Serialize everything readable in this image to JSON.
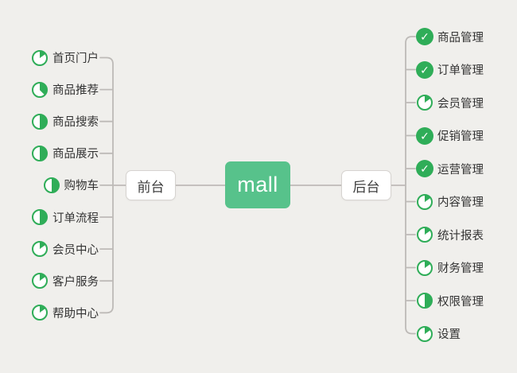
{
  "root": {
    "label": "mall",
    "bg": "#57c28b",
    "text_color": "#ffffff"
  },
  "branches": [
    {
      "side": "left",
      "label": "前台",
      "items": [
        {
          "label": "首页门户",
          "icon": "task-progress-icon",
          "progress": 15
        },
        {
          "label": "商品推荐",
          "icon": "task-progress-icon",
          "progress": 38
        },
        {
          "label": "商品搜索",
          "icon": "task-progress-icon",
          "progress": 50
        },
        {
          "label": "商品展示",
          "icon": "task-progress-icon",
          "progress": 50
        },
        {
          "label": "购物车",
          "icon": "task-progress-icon",
          "progress": 50
        },
        {
          "label": "订单流程",
          "icon": "task-progress-icon",
          "progress": 50
        },
        {
          "label": "会员中心",
          "icon": "task-progress-icon",
          "progress": 15
        },
        {
          "label": "客户服务",
          "icon": "task-progress-icon",
          "progress": 15
        },
        {
          "label": "帮助中心",
          "icon": "task-progress-icon",
          "progress": 15
        }
      ]
    },
    {
      "side": "right",
      "label": "后台",
      "items": [
        {
          "label": "商品管理",
          "icon": "task-done-icon",
          "progress": 100
        },
        {
          "label": "订单管理",
          "icon": "task-done-icon",
          "progress": 100
        },
        {
          "label": "会员管理",
          "icon": "task-progress-icon",
          "progress": 15
        },
        {
          "label": "促销管理",
          "icon": "task-done-icon",
          "progress": 100
        },
        {
          "label": "运营管理",
          "icon": "task-done-icon",
          "progress": 100
        },
        {
          "label": "内容管理",
          "icon": "task-progress-icon",
          "progress": 15
        },
        {
          "label": "统计报表",
          "icon": "task-progress-icon",
          "progress": 15
        },
        {
          "label": "财务管理",
          "icon": "task-progress-icon",
          "progress": 15
        },
        {
          "label": "权限管理",
          "icon": "task-progress-icon",
          "progress": 50
        },
        {
          "label": "设置",
          "icon": "task-progress-icon",
          "progress": 15
        }
      ]
    }
  ],
  "icons": {
    "done_glyph": "✓"
  },
  "colors": {
    "background": "#f0efec",
    "icon_green": "#2fad58",
    "root_green": "#57c28b",
    "line_gray": "#bdbab7",
    "node_border": "#d6d3d0",
    "label_text": "#333333"
  }
}
